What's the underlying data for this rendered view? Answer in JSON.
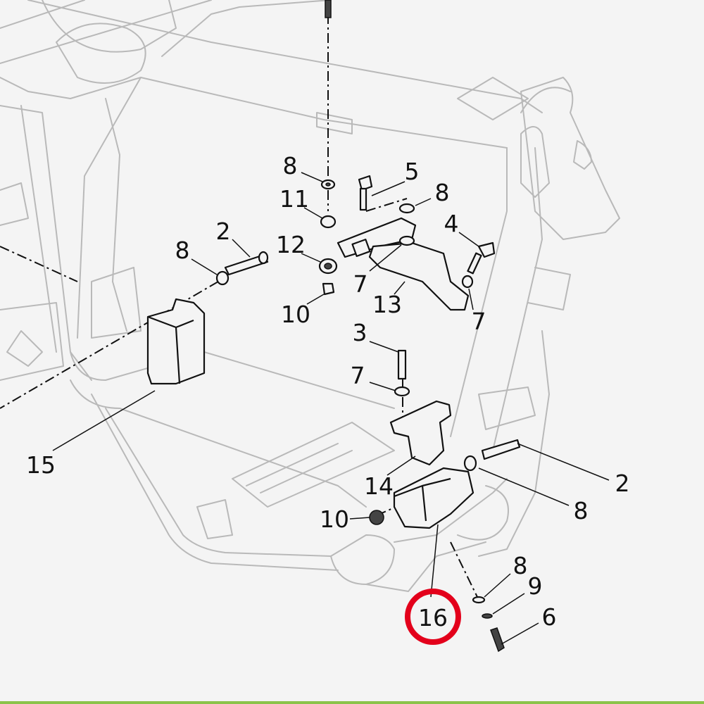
{
  "diagram": {
    "callouts": [
      "8",
      "5",
      "8",
      "11",
      "4",
      "2",
      "12",
      "8",
      "7",
      "13",
      "10",
      "7",
      "3",
      "7",
      "15",
      "2",
      "14",
      "8",
      "10",
      "8",
      "9",
      "16",
      "6"
    ],
    "highlighted_callout": "16",
    "highlight_color": "#e3001b",
    "accent_bar_color": "#8bc34a"
  }
}
